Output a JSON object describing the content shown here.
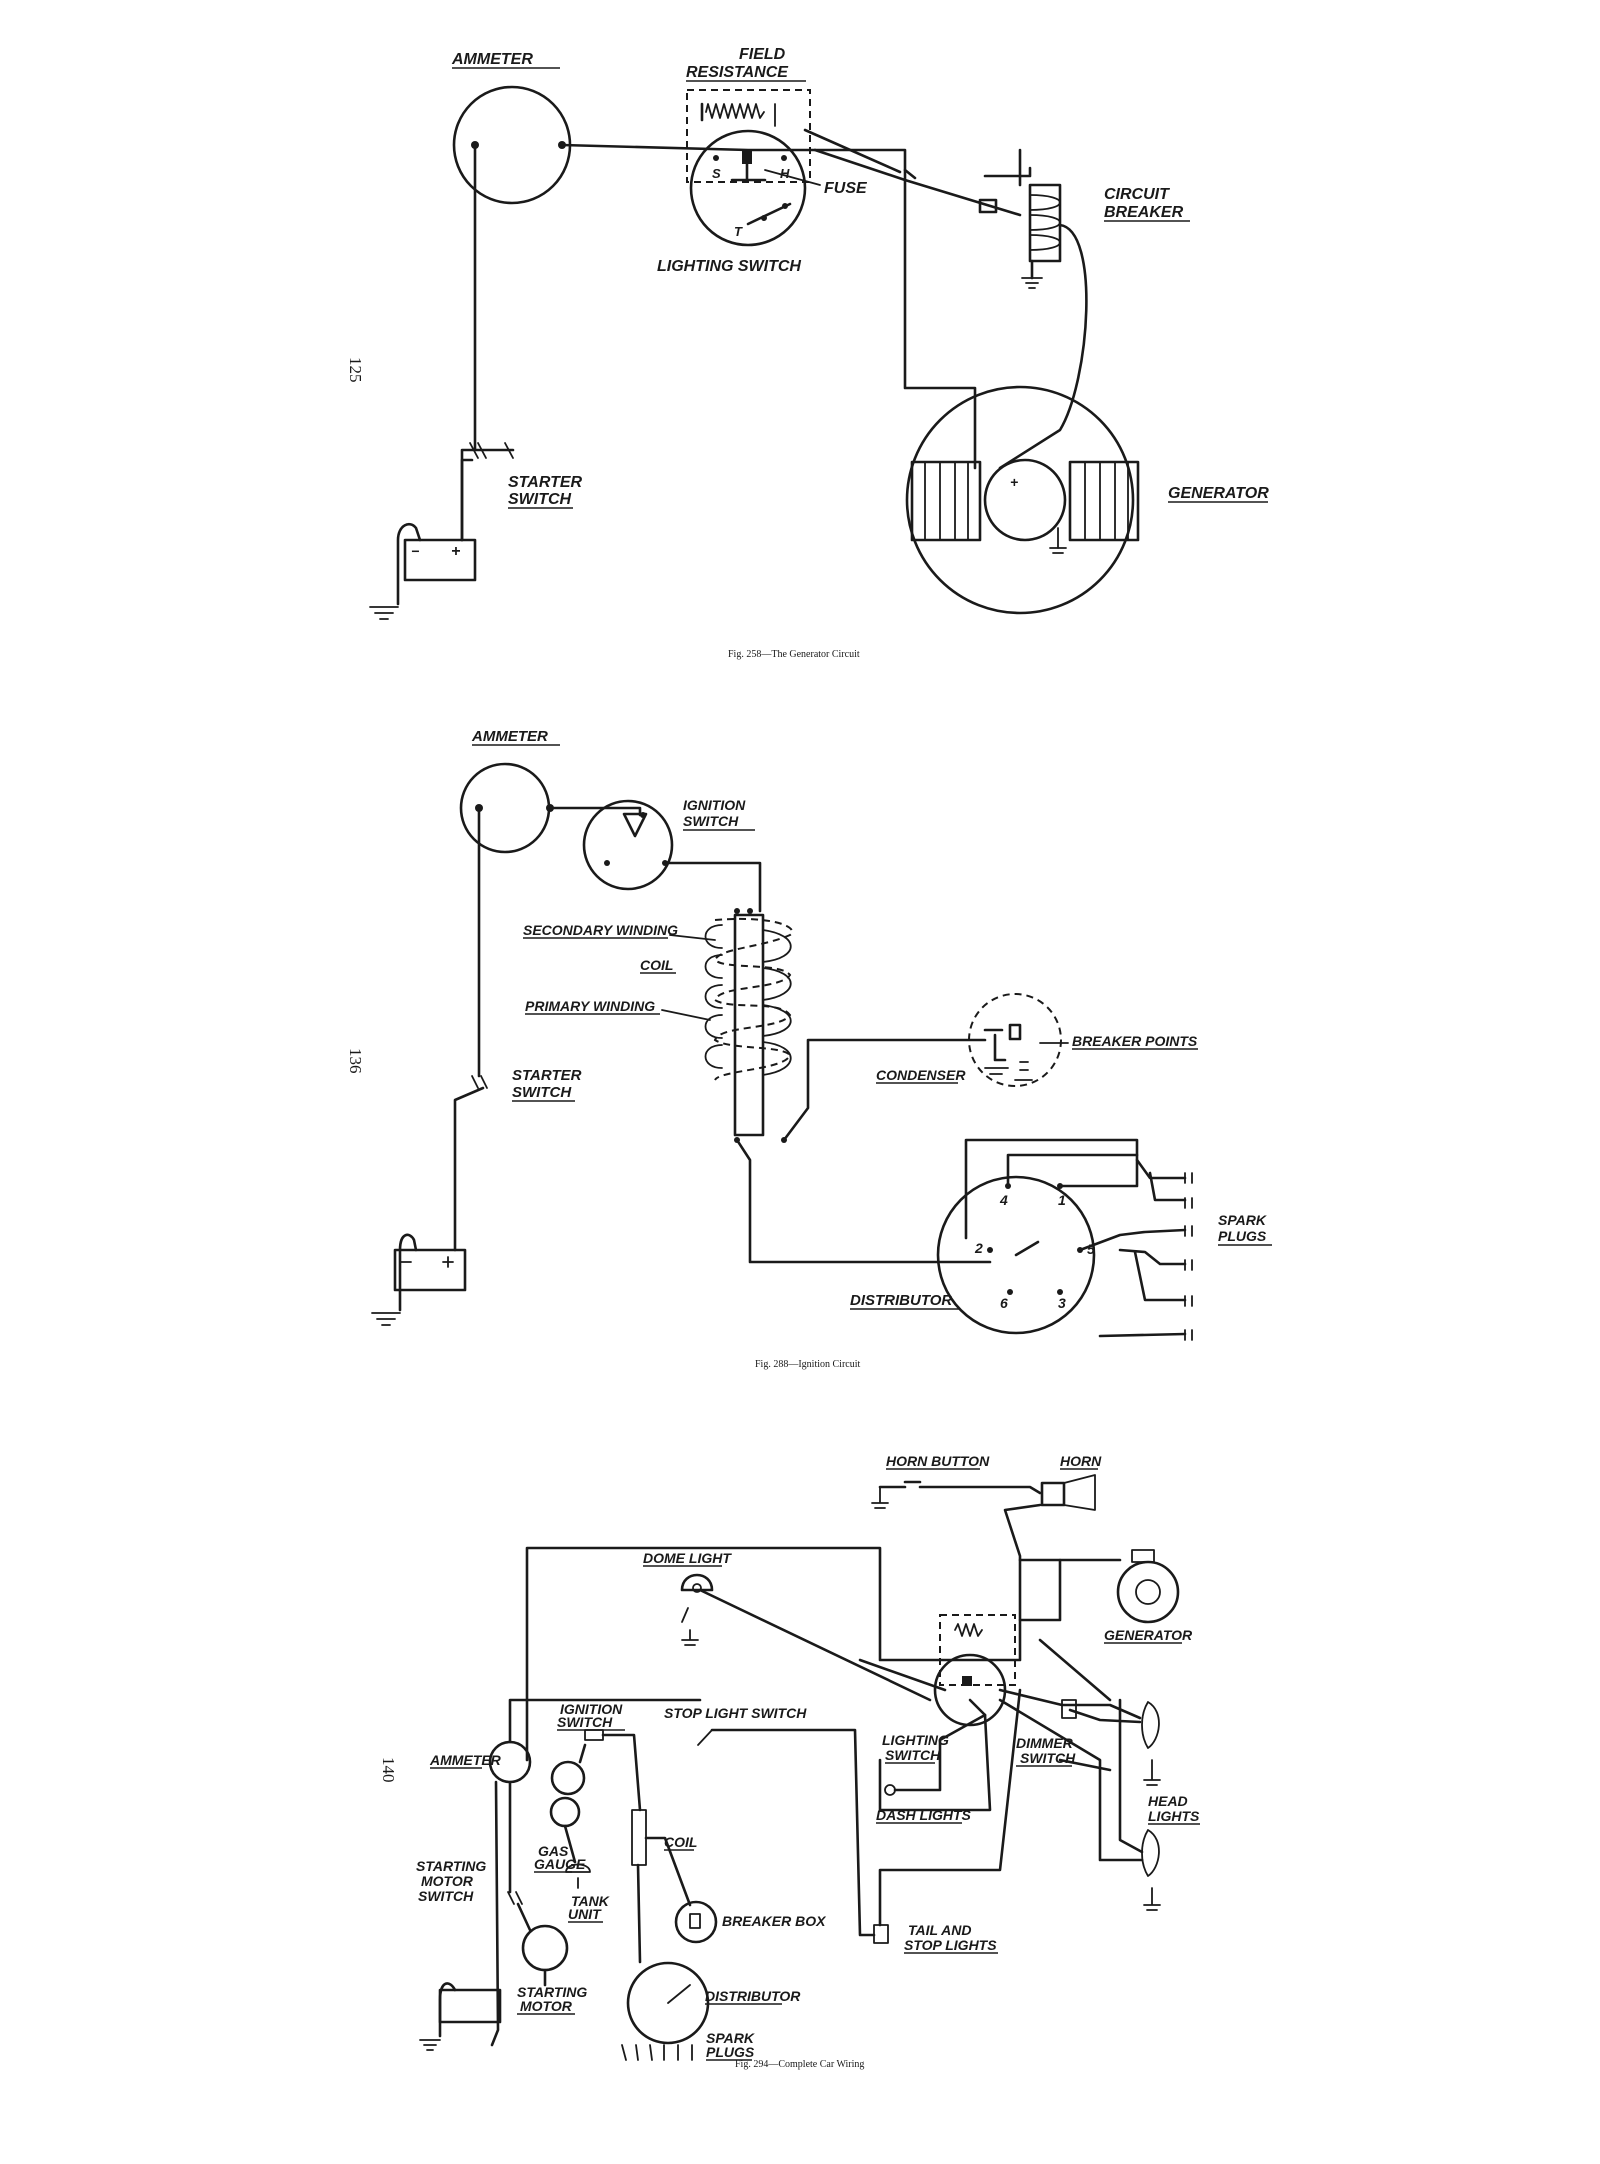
{
  "fig258": {
    "page_number": "125",
    "caption": "Fig. 258—The Generator Circuit",
    "labels": {
      "ammeter": "AMMETER",
      "field_resistance_1": "FIELD",
      "field_resistance_2": "RESISTANCE",
      "fuse": "FUSE",
      "lighting_switch": "LIGHTING SWITCH",
      "circuit_breaker_1": "CIRCUIT",
      "circuit_breaker_2": "BREAKER",
      "starter_switch_1": "STARTER",
      "starter_switch_2": "SWITCH",
      "generator": "GENERATOR",
      "term_s": "S",
      "term_h": "H",
      "term_t": "T",
      "plus": "+",
      "minus": "−"
    }
  },
  "fig288": {
    "page_number": "136",
    "caption": "Fig. 288—Ignition Circuit",
    "labels": {
      "ammeter": "AMMETER",
      "ignition_switch_1": "IGNITION",
      "ignition_switch_2": "SWITCH",
      "secondary_winding": "SECONDARY WINDING",
      "coil": "COIL",
      "primary_winding": "PRIMARY WINDING",
      "breaker_points": "BREAKER POINTS",
      "condenser": "CONDENSER",
      "starter_switch_1": "STARTER",
      "starter_switch_2": "SWITCH",
      "spark_plugs_1": "SPARK",
      "spark_plugs_2": "PLUGS",
      "distributor": "DISTRIBUTOR",
      "n1": "1",
      "n2": "2",
      "n3": "3",
      "n4": "4",
      "n5": "5",
      "n6": "6"
    }
  },
  "fig294": {
    "page_number": "140",
    "caption": "Fig. 294—Complete Car Wiring",
    "labels": {
      "horn_button": "HORN BUTTON",
      "horn": "HORN",
      "dome_light": "DOME LIGHT",
      "generator": "GENERATOR",
      "ignition_switch_1": "IGNITION",
      "ignition_switch_2": "SWITCH",
      "stop_light_switch": "STOP LIGHT SWITCH",
      "lighting_switch_1": "LIGHTING",
      "lighting_switch_2": "SWITCH",
      "dimmer_switch_1": "DIMMER",
      "dimmer_switch_2": "SWITCH",
      "ammeter": "AMMETER",
      "head_lights_1": "HEAD",
      "head_lights_2": "LIGHTS",
      "gas_gauge_1": "GAS",
      "gas_gauge_2": "GAUGE",
      "dash_lights": "DASH LIGHTS",
      "coil": "COIL",
      "starting_motor_switch_1": "STARTING",
      "starting_motor_switch_2": "MOTOR",
      "starting_motor_switch_3": "SWITCH",
      "tank_unit_1": "TANK",
      "tank_unit_2": "UNIT",
      "breaker_box": "BREAKER BOX",
      "tail_stop_lights_1": "TAIL AND",
      "tail_stop_lights_2": "STOP LIGHTS",
      "starting_motor_1": "STARTING",
      "starting_motor_2": "MOTOR",
      "distributor": "DISTRIBUTOR",
      "spark_plugs_1": "SPARK",
      "spark_plugs_2": "PLUGS"
    }
  }
}
